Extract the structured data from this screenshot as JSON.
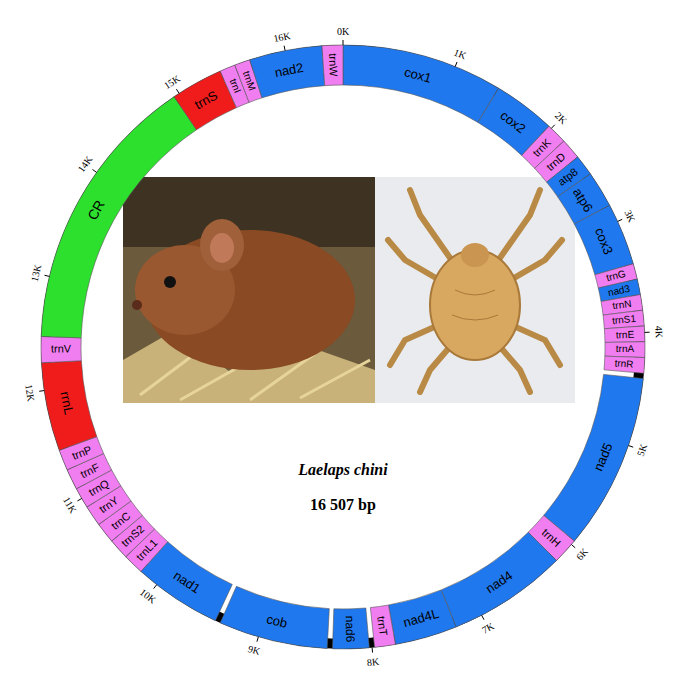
{
  "diagram": {
    "nodes": [
      {
        "text": [
          "cox1"
        ]
      },
      {
        "text": [
          "cox2"
        ]
      },
      {
        "text": [
          "trnK"
        ]
      },
      {
        "text": [
          "trnD"
        ]
      },
      {
        "text": [
          "atp8"
        ]
      },
      {
        "text": [
          "atp6"
        ]
      },
      {
        "text": [
          "cox3"
        ]
      },
      {
        "text": [
          "trnG"
        ]
      },
      {
        "text": [
          "nad3"
        ]
      },
      {
        "text": [
          "trnN"
        ]
      },
      {
        "text": [
          "trnS1"
        ]
      },
      {
        "text": [
          "trnE"
        ]
      },
      {
        "text": [
          "trnA"
        ]
      },
      {
        "text": [
          "trnR"
        ]
      },
      {
        "text": [
          "nad5"
        ]
      },
      {
        "text": [
          "trnH"
        ]
      },
      {
        "text": [
          "nad4"
        ]
      },
      {
        "text": [
          "nad4L"
        ]
      },
      {
        "text": [
          "trnT"
        ]
      },
      {
        "text": [
          "nad6"
        ]
      },
      {
        "text": [
          "cob"
        ]
      },
      {
        "text": [
          "nad1"
        ]
      },
      {
        "text": [
          "trnL1"
        ]
      },
      {
        "text": [
          "trnS2"
        ]
      },
      {
        "text": [
          "trnC"
        ]
      },
      {
        "text": [
          "trnY"
        ]
      },
      {
        "text": [
          "trnQ"
        ]
      },
      {
        "text": [
          "trnF"
        ]
      },
      {
        "text": [
          "trnP"
        ]
      },
      {
        "text": [
          "rrnL"
        ]
      },
      {
        "text": [
          "trnV"
        ]
      },
      {
        "text": [
          "CR"
        ]
      },
      {
        "text": [
          "trnS"
        ]
      },
      {
        "text": [
          "trnI"
        ]
      },
      {
        "text": [
          "trnM"
        ]
      },
      {
        "text": [
          "nad2"
        ]
      },
      {
        "text": [
          "trnW"
        ]
      }
    ],
    "labels": [
      "0K",
      "1K",
      "2K",
      "3K",
      "4K",
      "5K",
      "6K",
      "7K",
      "8K",
      "9K",
      "10K",
      "11K",
      "12K",
      "13K",
      "14K",
      "15K",
      "16K",
      "Laelaps chini",
      "16 507 bp"
    ]
  }
}
